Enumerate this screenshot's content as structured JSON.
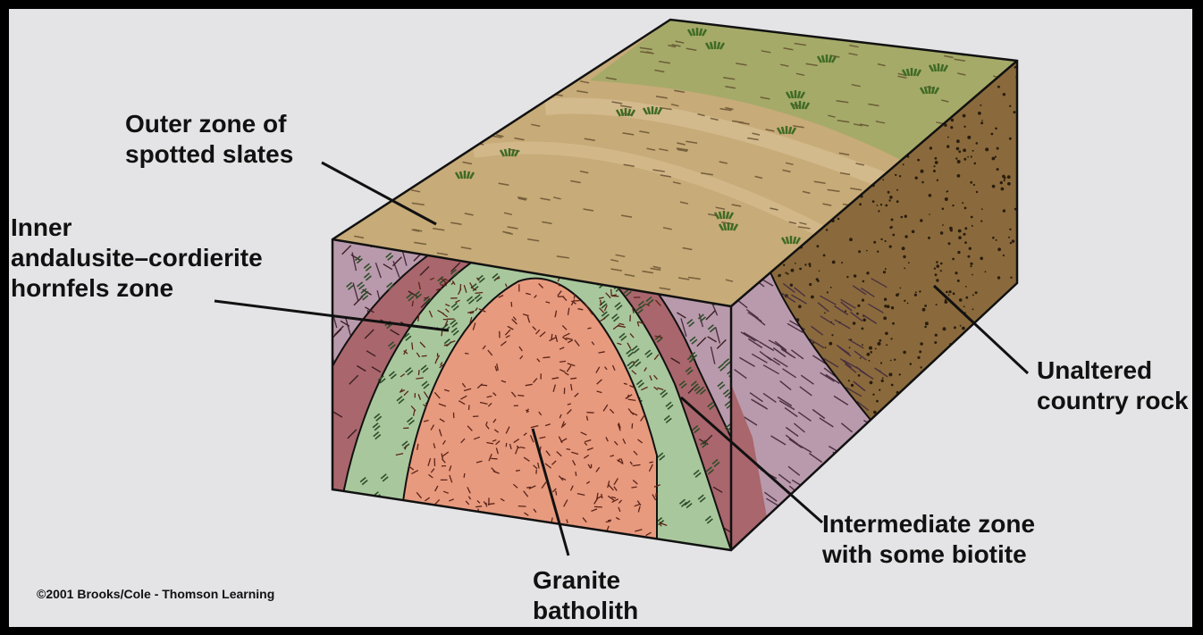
{
  "labels": {
    "outer_zone": "Outer zone of\nspotted slates",
    "inner_zone": "Inner\nandalusite–cordierite\nhornfels zone",
    "unaltered": "Unaltered\ncountry rock",
    "intermediate": "Intermediate zone\nwith some biotite",
    "granite": "Granite\nbatholith"
  },
  "credit": "©2001 Brooks/Cole - Thomson Learning",
  "colors": {
    "background": "#e4e4e6",
    "outer_slate": "#b99aac",
    "inner_hornfels": "#a9666c",
    "intermediate": "#a9c79d",
    "granite": "#e89a7e",
    "country_rock": "#8a6a3c",
    "surface": "#c7ab78",
    "grass": "#7e9a52"
  }
}
